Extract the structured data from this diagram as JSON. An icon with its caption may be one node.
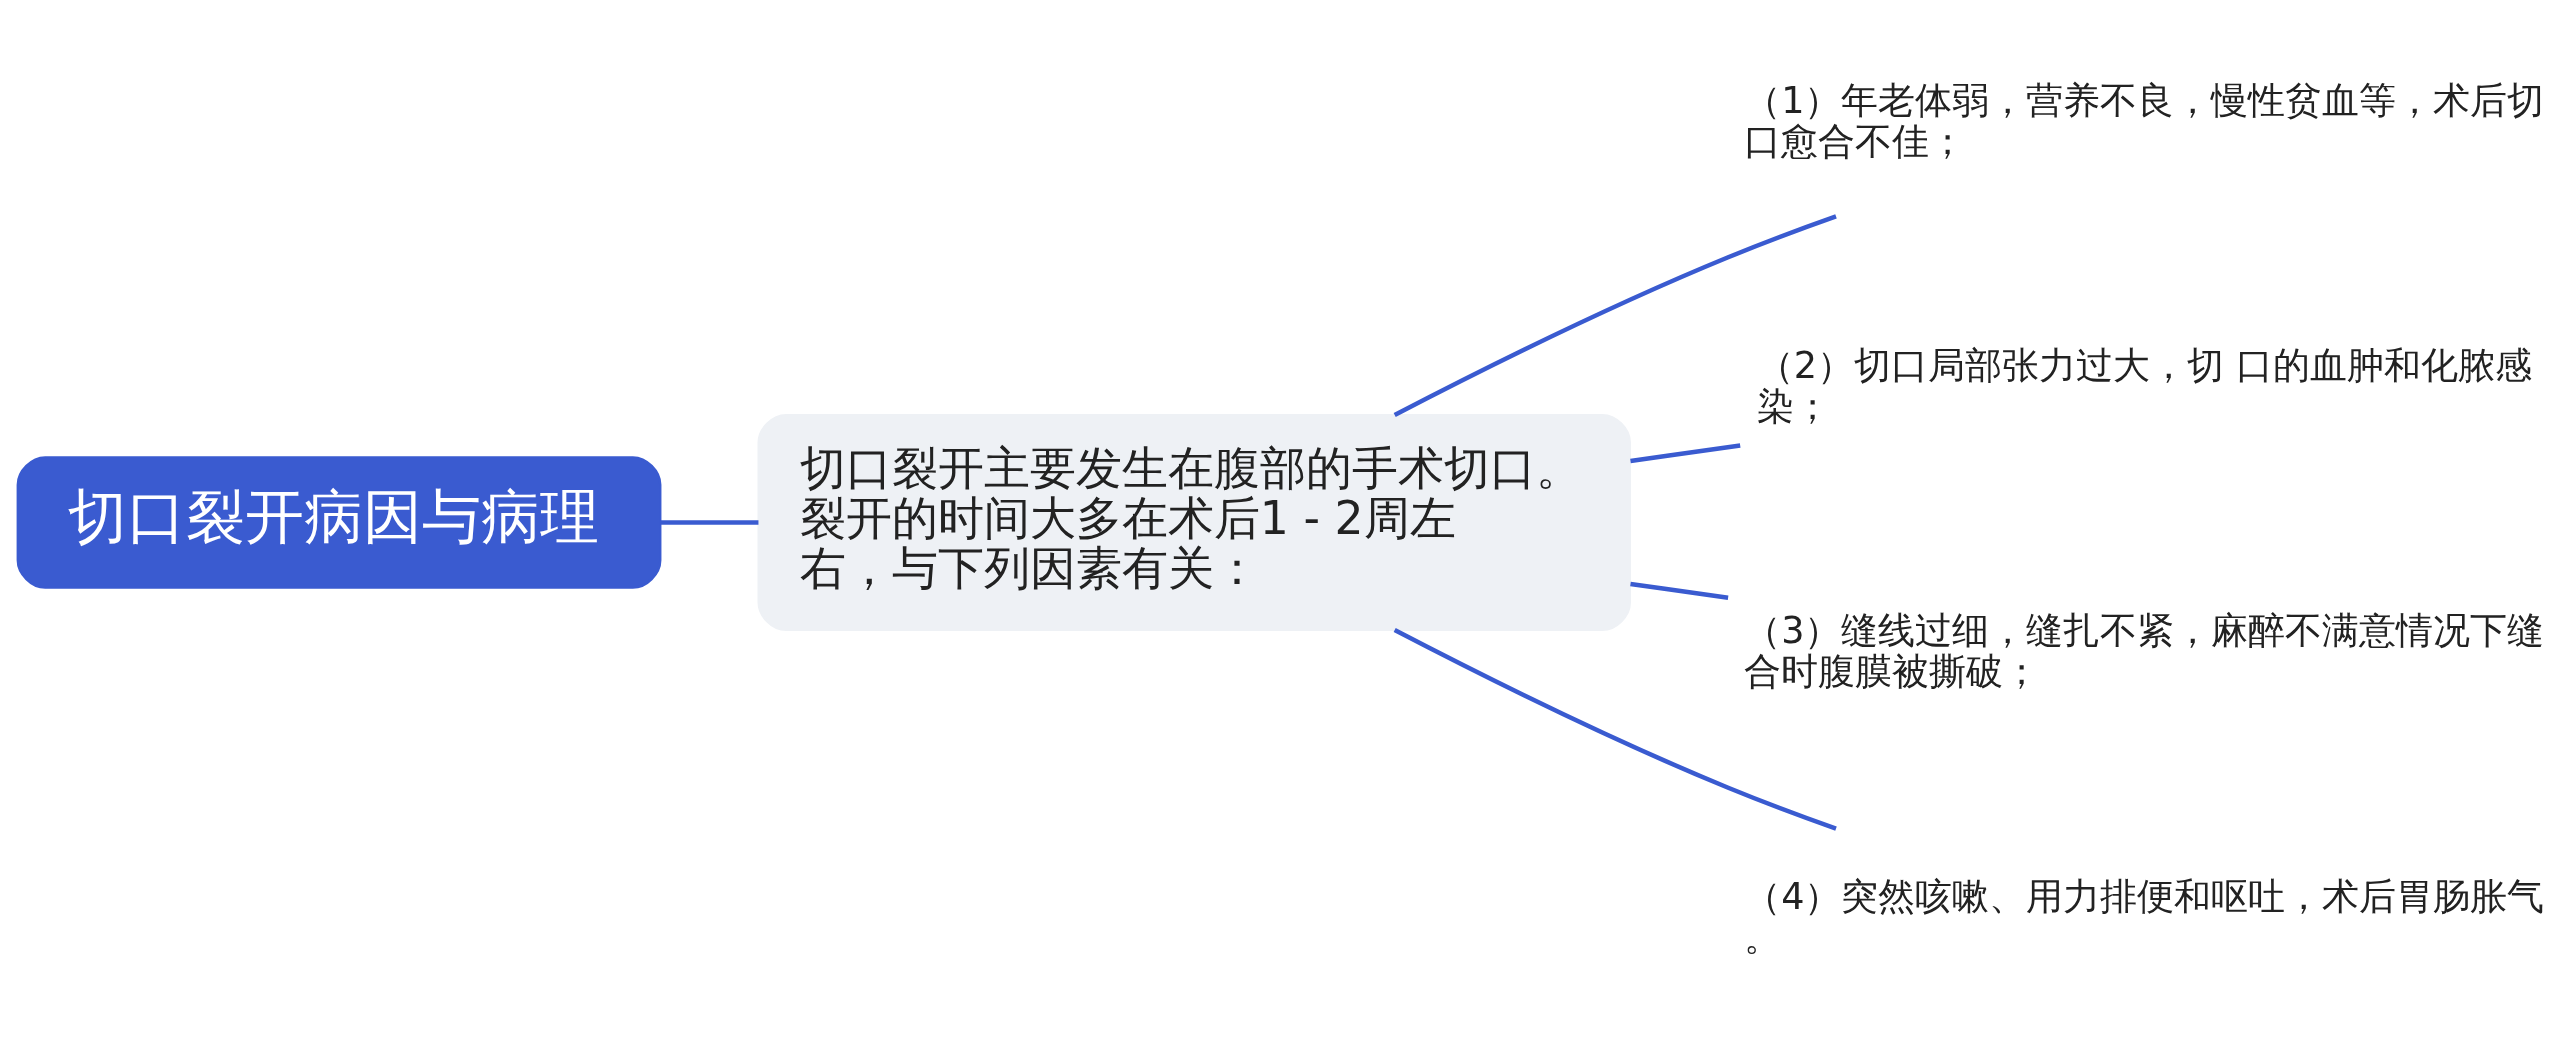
{
  "diagram": {
    "nodes": [
      {
        "text": [
          "切口裂开病因与病理"
        ]
      },
      {
        "text": [
          "切口裂开主要发生在腹部的手术切口。裂开的时间大多在术后1 - 2周左右，与下列因素有关："
        ]
      },
      {
        "text": [
          "（1）年老体弱，营养不良，慢性贫血等，术后切口愈合不佳；"
        ]
      },
      {
        "text": [
          "（2）切口局部张力过大，切 口的血肿和化脓感染；"
        ]
      },
      {
        "text": [
          "（3）缝线过细，缝扎不紧，麻醉不满意情况下缝合时腹膜被撕破；"
        ]
      },
      {
        "text": [
          "（4）突然咳嗽、用力排便和呕吐，术后胃肠胀气。"
        ]
      }
    ],
    "edges": [
      {
        "from": 0,
        "to": 1,
        "arrow": "none"
      },
      {
        "from": 1,
        "to": 2,
        "arrow": "none"
      },
      {
        "from": 1,
        "to": 3,
        "arrow": "none"
      },
      {
        "from": 1,
        "to": 4,
        "arrow": "none"
      },
      {
        "from": 1,
        "to": 5,
        "arrow": "none"
      }
    ]
  }
}
